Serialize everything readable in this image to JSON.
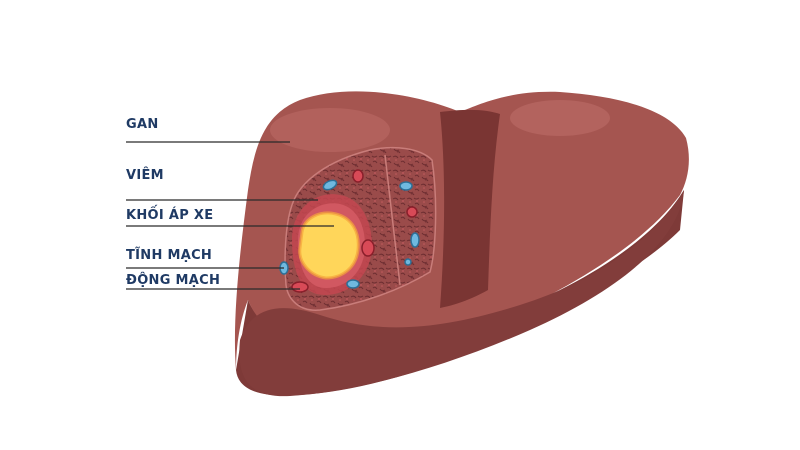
{
  "labels": {
    "liver": "GAN",
    "inflammation": "VIÊM",
    "abscess": "KHỐI ÁP XE",
    "vein": "TĨNH MẠCH",
    "artery": "ĐỘNG MẠCH"
  },
  "colors": {
    "liver_main": "#a55550",
    "liver_dark": "#7e3a38",
    "liver_highlight": "#bd6c67",
    "cut_tissue": "#9a4c4b",
    "inflammation": "#c9454e",
    "abscess": "#ffd75a",
    "vein": "#6fb9e0",
    "artery": "#d84a57",
    "label_text": "#1f3a64",
    "leader_line": "#2a2a2a"
  }
}
